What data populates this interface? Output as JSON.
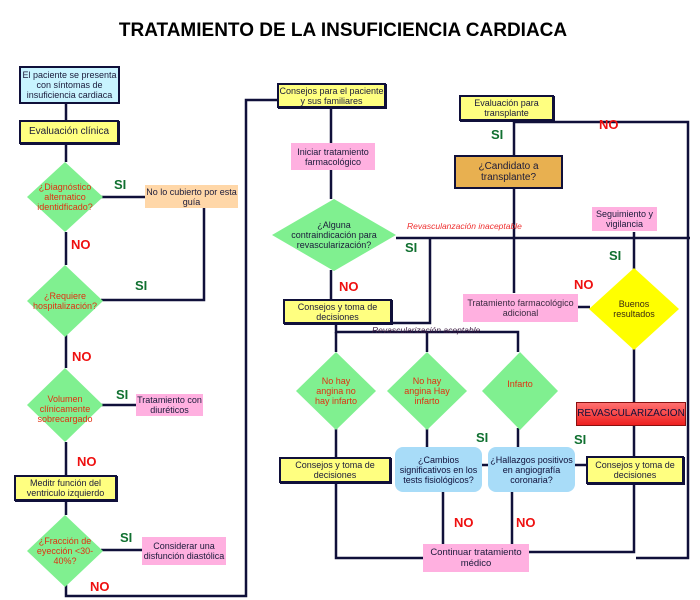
{
  "title": "TRATAMIENTO DE LA INSUFICIENCIA CARDIACA",
  "colors": {
    "line": "#10103a",
    "decision_green": "#80f090",
    "decision_yellow": "#ffff00",
    "si_label": "#107030",
    "no_label": "#ee1010"
  },
  "nodes": {
    "start": "El paciente se presenta con síntomas de insuficiencia cardiaca",
    "eval_clinica": "Evaluación clínica",
    "q_diagnostico": "¿Diagnóstico alternatico identidficado?",
    "no_cubierto": "No lo cubierto por esta guía",
    "q_hospitalizacion": "¿Requiere hospitalización?",
    "q_volumen": "Volumen clínicamente sobrecargado",
    "diureticos": "Tratamiento con diuréticos",
    "medir_funcion": "Meditr función del ventriculo izquierdo",
    "q_fraccion": "¿Fracción de eyección <30-40%?",
    "disfuncion": "Considerar una disfunción diastólica",
    "consejos_paciente": "Consejos para el paciente y sus familiares",
    "iniciar_tratamiento": "Iniciar tratamiento farmacológico",
    "q_contraindicacion": "¿Alguna contraindicación para revascularización?",
    "consejos_toma_1": "Consejos y toma de decisiones",
    "eval_transplante": "Evaluación para transplante",
    "q_candidato": "¿Candidato a transplante?",
    "seguimiento": "Seguimiento y vigilancia",
    "trat_adicional": "Tratamiento farmacológico adicional",
    "q_buenos": "Buenos resultados",
    "d_no_angina_no_infarto": "No hay angina no hay infarto",
    "d_no_angina_infarto": "No hay angina Hay infarto",
    "d_infarto": "Infarto",
    "revascularizacion": "REVASCULARIZACION",
    "consejos_toma_2": "Consejos y toma de decisiones",
    "q_cambios": "¿Cambios significativos en los tests fisiológicos?",
    "q_hallazgos": "¿Hallazgos positivos en angiografía coronaria?",
    "consejos_toma_3": "Consejos y toma de decisiones",
    "continuar": "Continuar tratamiento médico"
  },
  "labels": {
    "si": "SI",
    "no": "NO",
    "revasc_inaceptable": "Revasculanzación inaceptable",
    "revasc_aceptable": "Revascularización aceptable"
  }
}
